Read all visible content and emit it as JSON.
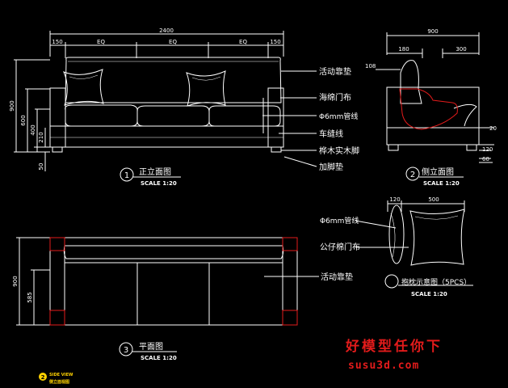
{
  "colors": {
    "background": "#000000",
    "line": "#ffffff",
    "highlight": "#e21b1b",
    "badge": "#ffd200"
  },
  "front_view": {
    "dims_top": {
      "total": "2400",
      "left": "150",
      "seg1": "EQ",
      "seg2": "EQ",
      "seg3": "EQ",
      "right": "150"
    },
    "dims_left": {
      "total": "900",
      "seat": "600",
      "mid": "400",
      "low": "210",
      "leg": "50"
    },
    "labels": {
      "cushion": "活动靠垫",
      "fabric": "海绵门布",
      "cord": "Φ6mm管线",
      "stitch": "车缝线",
      "leg": "桦木实木脚",
      "pad": "加脚垫"
    },
    "title": "正立面图",
    "scale": "SCALE 1:20",
    "number": "1"
  },
  "side_view": {
    "dims": {
      "total": "900",
      "top_a": "180",
      "top_b": "300",
      "left": "108",
      "right_a": "20",
      "right_b": "120",
      "right_c": "60"
    },
    "title": "侧立面图",
    "scale": "SCALE 1:20",
    "number": "2"
  },
  "pillow_view": {
    "dims": {
      "thick": "120",
      "width": "500"
    },
    "labels": {
      "cord": "Φ6mm管线",
      "fabric": "公仔棉门布"
    },
    "title": "抱枕示意图（5PCS）",
    "scale": "SCALE 1:20"
  },
  "plan_view": {
    "dims_left": {
      "total": "900",
      "seat": "585"
    },
    "labels": {
      "cushion": "活动靠垫"
    },
    "title": "平面图",
    "scale": "SCALE 1:20",
    "number": "3"
  },
  "badge": {
    "number": "2",
    "line1": "SIDE VIEW",
    "line2": "侧立面视图"
  },
  "watermark": {
    "line1": "好模型任你下",
    "line2": "susu3d.com"
  }
}
